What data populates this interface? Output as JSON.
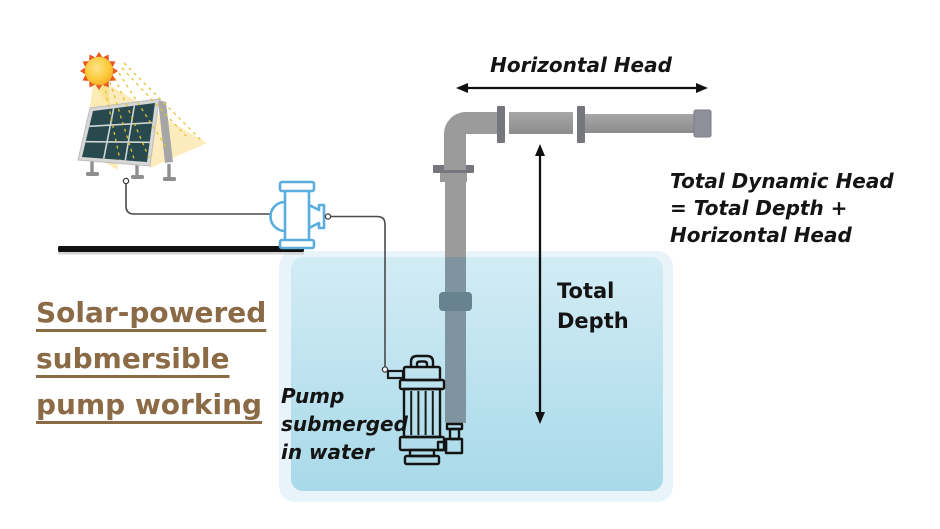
{
  "title": {
    "lines": [
      "Solar-powered",
      "submersible",
      "pump working"
    ]
  },
  "labels": {
    "horizontal_head": "Horizontal Head",
    "total_depth": "Total\nDepth",
    "total_dynamic_head": "Total Dynamic Head\n= Total Depth +\nHorizontal Head",
    "pump_submerged": "Pump\nsubmerged\nin water"
  },
  "scene": {
    "components": [
      {
        "name": "sun-icon"
      },
      {
        "name": "solar-panel-icon"
      },
      {
        "name": "solar-wire"
      },
      {
        "name": "pump-controller-icon"
      },
      {
        "name": "controller-wire"
      },
      {
        "name": "ground-line"
      },
      {
        "name": "water-tank"
      },
      {
        "name": "submersible-pump-icon"
      },
      {
        "name": "riser-pipe"
      },
      {
        "name": "horizontal-pipe"
      },
      {
        "name": "horizontal-head-arrow"
      },
      {
        "name": "total-depth-arrow"
      }
    ]
  },
  "colors": {
    "title_brown": "#8b6a46",
    "text_black": "#141414",
    "water_light": "#d3ecf5",
    "water_deep": "#a8d9e9",
    "tank_border": "#e9f4fa",
    "pipe_gray": "#9b9b9b",
    "flange_gray": "#76767e",
    "pipe_underwater": "#7e95a1",
    "coupling_gray": "#68828f",
    "controller_blue": "#59aede",
    "wire_gray": "#4a4a4a",
    "sun_yellow": "#ffd84d",
    "sun_orange": "#e8551f",
    "panel_cell": "#28494e"
  }
}
